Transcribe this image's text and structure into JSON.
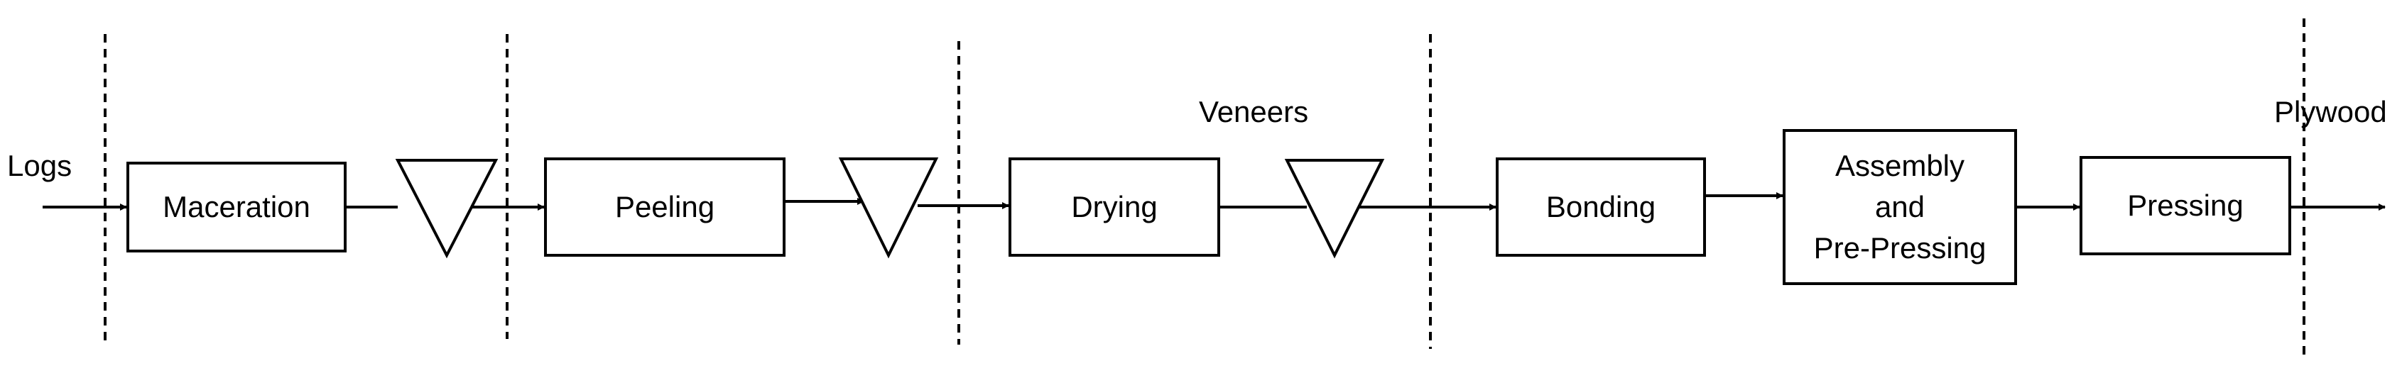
{
  "labels": {
    "input": "Logs",
    "intermediate": "Veneers",
    "output": "Plywood"
  },
  "steps": {
    "maceration": "Maceration",
    "peeling": "Peeling",
    "drying": "Drying",
    "bonding": "Bonding",
    "assembly": [
      "Assembly",
      "and",
      "Pre-Pressing"
    ],
    "pressing": "Pressing"
  },
  "colors": {
    "stroke": "#000000",
    "fill": "#ffffff"
  }
}
